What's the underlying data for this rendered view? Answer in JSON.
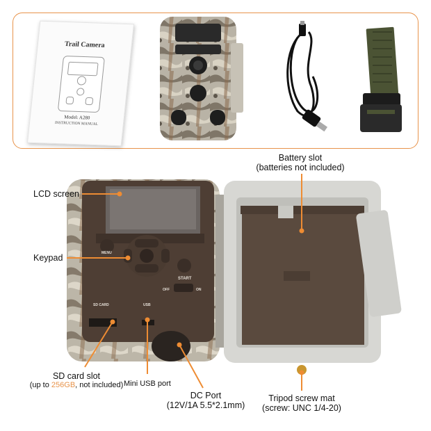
{
  "manual": {
    "title": "Trail Camera",
    "model": "Model: A280",
    "subtitle": "INSTRUCTION MANUAL"
  },
  "device": {
    "menu_label": "MENU",
    "start_label": "START",
    "off_label": "OFF",
    "on_label": "ON",
    "sd_card_label": "SD CARD",
    "usb_label": "USB"
  },
  "labels": {
    "lcd_screen": "LCD screen",
    "keypad": "Keypad",
    "battery_slot": "Battery slot",
    "battery_note": "(batteries not included)",
    "sd_card_slot": "SD card slot",
    "sd_note_prefix": "(up to ",
    "sd_note_capacity": "256GB",
    "sd_note_suffix": ", not included)",
    "mini_usb_port": "Mini USB port",
    "dc_port": "DC Port",
    "dc_spec": "(12V/1A 5.5*2.1mm)",
    "tripod_mat": "Tripod screw mat",
    "tripod_spec": "(screw: UNC 1/4-20)"
  },
  "colors": {
    "accent": "#e8934a",
    "leader_line": "#ee8c33"
  }
}
